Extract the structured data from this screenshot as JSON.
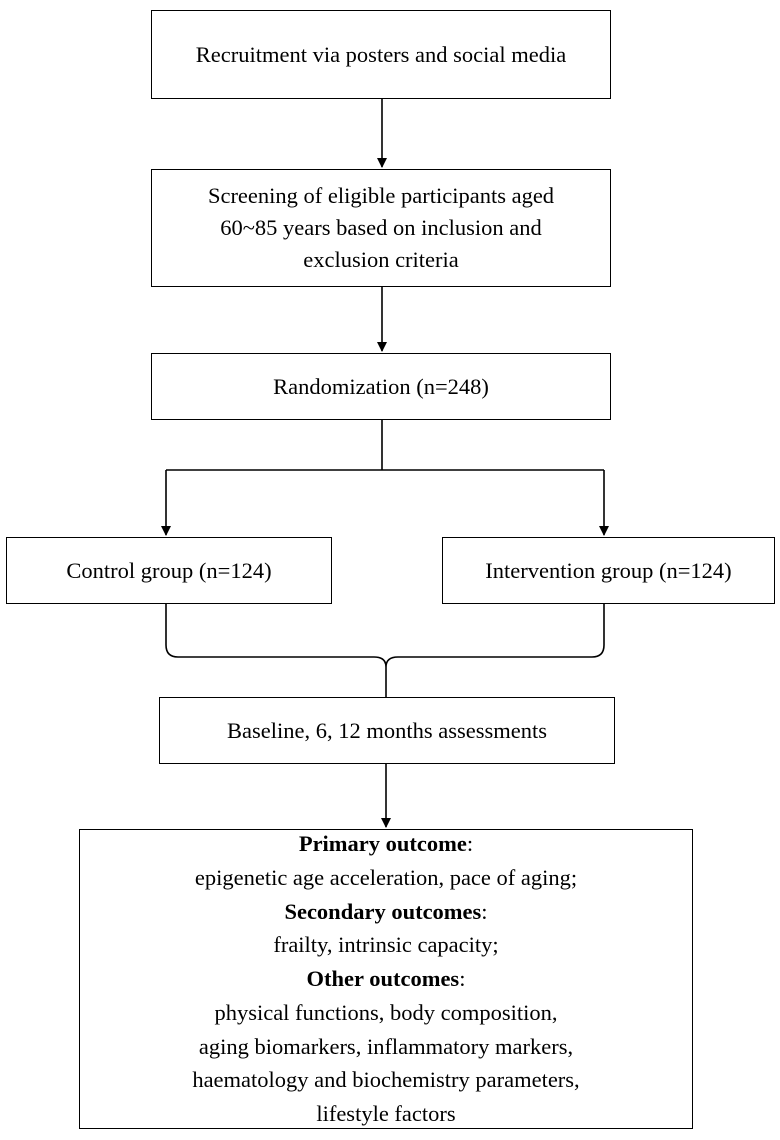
{
  "recruitment": {
    "text": "Recruitment via posters and social media"
  },
  "screening": {
    "lines": [
      "Screening of eligible participants aged",
      "60~85 years based on inclusion and",
      "exclusion criteria"
    ]
  },
  "randomization": {
    "text": "Randomization (n=248)"
  },
  "control": {
    "text": "Control group (n=124)"
  },
  "intervention": {
    "text": "Intervention group (n=124)"
  },
  "assessments": {
    "text": "Baseline, 6, 12 months assessments"
  },
  "outcomes": {
    "primary_heading": "Primary outcome",
    "primary_colon": ":",
    "primary_items": "epigenetic age acceleration, pace of aging;",
    "secondary_heading": "Secondary outcomes",
    "secondary_colon": ":",
    "secondary_items": "frailty, intrinsic capacity;",
    "other_heading": "Other outcomes",
    "other_colon": ":",
    "other_items": [
      "physical functions, body composition,",
      "aging biomarkers, inflammatory markers,",
      "haematology and biochemistry parameters,",
      "lifestyle factors"
    ]
  }
}
